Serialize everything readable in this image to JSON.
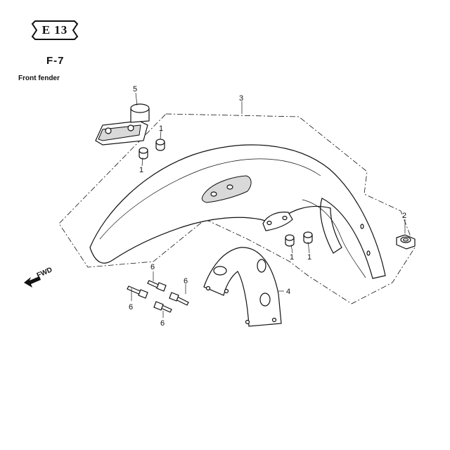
{
  "header": {
    "badge": "E 13",
    "section_code": "F-7",
    "section_title": "Front fender"
  },
  "direction_label": "FWD",
  "callouts": [
    {
      "id": "c1a",
      "label": "1"
    },
    {
      "id": "c1b",
      "label": "1"
    },
    {
      "id": "c1c",
      "label": "1"
    },
    {
      "id": "c1d",
      "label": "1"
    },
    {
      "id": "c2",
      "label": "2"
    },
    {
      "id": "c3",
      "label": "3"
    },
    {
      "id": "c4",
      "label": "4"
    },
    {
      "id": "c5",
      "label": "5"
    },
    {
      "id": "c6a",
      "label": "6"
    },
    {
      "id": "c6b",
      "label": "6"
    },
    {
      "id": "c6c",
      "label": "6"
    },
    {
      "id": "c6d",
      "label": "6"
    }
  ]
}
